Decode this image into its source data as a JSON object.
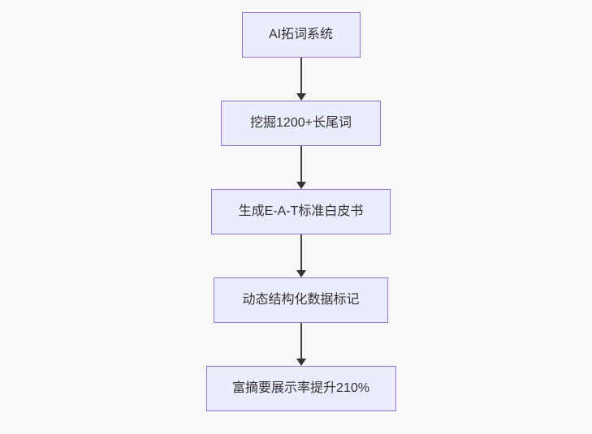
{
  "diagram": {
    "type": "flowchart",
    "direction": "top-down",
    "nodes": [
      {
        "id": "A",
        "shape": "rect",
        "label": "AI拓词系统"
      },
      {
        "id": "B",
        "shape": "rect",
        "label": "挖掘1200+长尾词"
      },
      {
        "id": "C",
        "shape": "rect",
        "label": "生成E-A-T标准白皮书"
      },
      {
        "id": "D",
        "shape": "rect",
        "label": "动态结构化数据标记"
      },
      {
        "id": "E",
        "shape": "rect",
        "label": "富摘要展示率提升210%"
      }
    ],
    "edges": [
      {
        "from": "A",
        "to": "B",
        "style": "arrow"
      },
      {
        "from": "B",
        "to": "C",
        "style": "arrow"
      },
      {
        "from": "C",
        "to": "D",
        "style": "arrow"
      },
      {
        "from": "D",
        "to": "E",
        "style": "arrow"
      }
    ],
    "colors": {
      "background": "#f8f8f8",
      "node_fill": "#ECECFF",
      "node_border": "#9370DB",
      "node_text": "#333333",
      "arrow": "#333333"
    }
  }
}
